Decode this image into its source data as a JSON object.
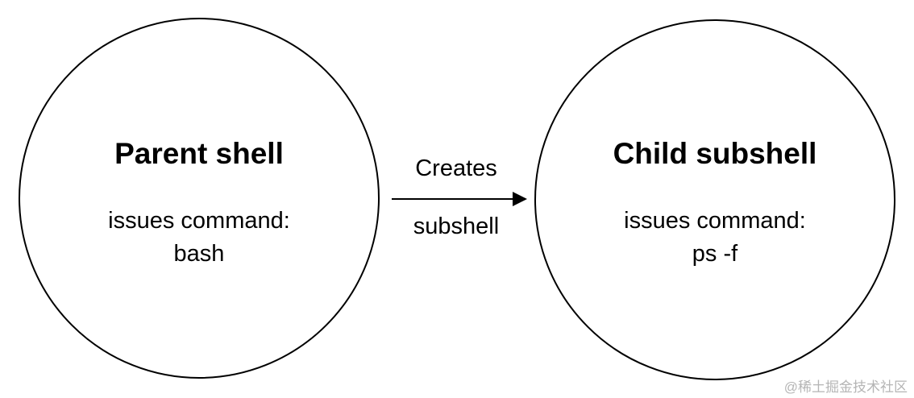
{
  "nodes": {
    "parent": {
      "title": "Parent shell",
      "command_label": "issues command:",
      "command_value": "bash"
    },
    "child": {
      "title": "Child subshell",
      "command_label": "issues command:",
      "command_value": "ps -f"
    }
  },
  "edge": {
    "label_top": "Creates",
    "label_bottom": "subshell"
  },
  "watermark": "@稀土掘金技术社区",
  "colors": {
    "stroke": "#000000",
    "background": "#ffffff",
    "watermark": "#b5b5b5"
  }
}
